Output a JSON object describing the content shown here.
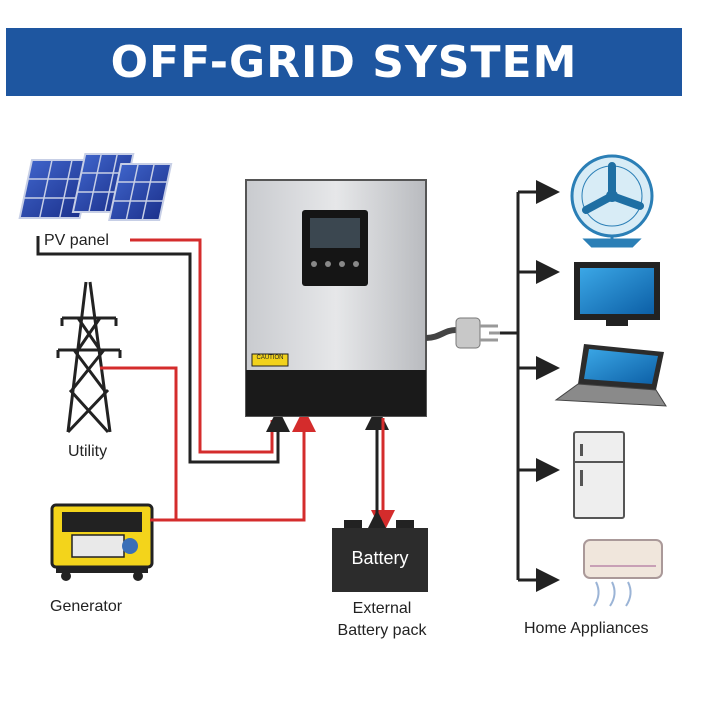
{
  "title": "OFF-GRID SYSTEM",
  "sources": {
    "pv": "PV panel",
    "utility": "Utility",
    "generator": "Generator"
  },
  "battery": {
    "label": "Battery",
    "caption_line1": "External",
    "caption_line2": "Battery pack"
  },
  "inverter": {
    "caution": "CAUTION"
  },
  "loads": {
    "caption": "Home Appliances"
  },
  "colors": {
    "banner": "#1e56a0",
    "red_wire": "#d42c2c",
    "black_wire": "#222222"
  }
}
